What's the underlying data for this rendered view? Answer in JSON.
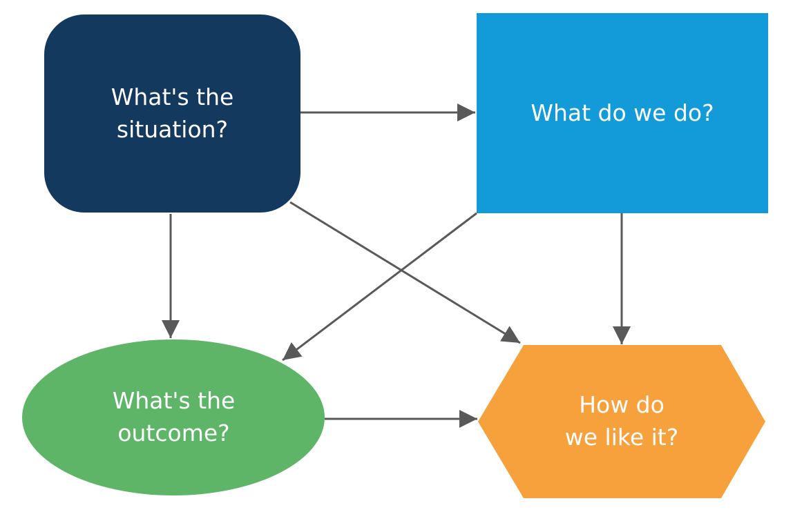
{
  "colors": {
    "navy": "#14395F",
    "blue": "#129BD8",
    "green": "#5EB567",
    "orange": "#F6A13C",
    "arrow": "#595959",
    "text": "#FFFFFF"
  },
  "nodes": {
    "situation": {
      "shape": "rounded-rectangle",
      "label_line1": "What's the",
      "label_line2": "situation?"
    },
    "action": {
      "shape": "rectangle",
      "label": "What do we do?"
    },
    "outcome": {
      "shape": "ellipse",
      "label_line1": "What's the",
      "label_line2": "outcome?"
    },
    "evaluation": {
      "shape": "hexagon",
      "label_line1": "How do",
      "label_line2": "we like it?"
    }
  },
  "edges": [
    {
      "from": "situation",
      "to": "action"
    },
    {
      "from": "situation",
      "to": "outcome"
    },
    {
      "from": "situation",
      "to": "evaluation"
    },
    {
      "from": "action",
      "to": "outcome"
    },
    {
      "from": "action",
      "to": "evaluation"
    },
    {
      "from": "outcome",
      "to": "evaluation"
    }
  ]
}
